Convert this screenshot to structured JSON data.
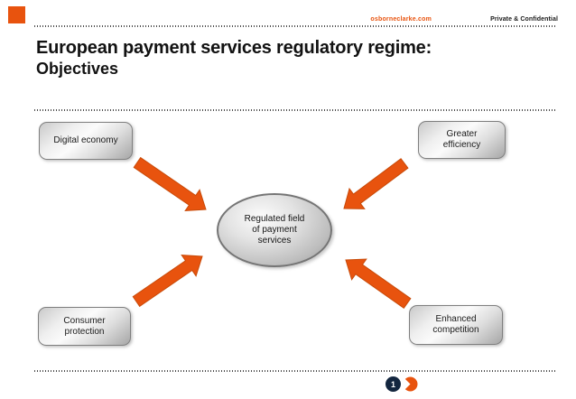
{
  "header": {
    "website": "osborneclarke.com",
    "confidentiality": "Private & Confidential"
  },
  "title": {
    "line1": "European payment services regulatory regime:",
    "line2": "Objectives"
  },
  "diagram": {
    "center": {
      "line1": "Regulated field",
      "line2": "of payment",
      "line3": "services"
    },
    "boxes": [
      {
        "label": "Digital economy"
      },
      {
        "label": "Greater efficiency"
      },
      {
        "label": "Consumer protection"
      },
      {
        "label": "Enhanced competition"
      }
    ]
  },
  "footer": {
    "page_number": "1"
  },
  "colors": {
    "accent_orange": "#E8530E",
    "navy": "#13263F",
    "box_border": "#7F7F7F"
  }
}
